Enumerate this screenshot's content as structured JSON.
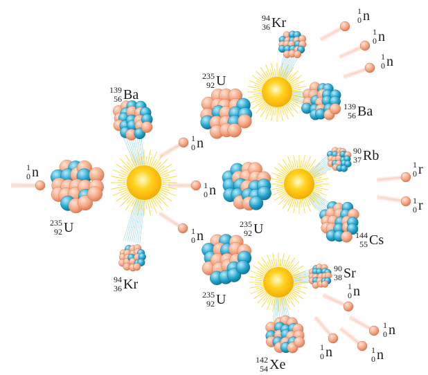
{
  "figure": {
    "colors": {
      "proton": "#f4a582",
      "neutron": "#29a8d0",
      "flash": "#ffd21f",
      "trail": "#f6b49a"
    },
    "nuclides": [
      {
        "id": "n-incoming",
        "mass": "1",
        "atomic": "0",
        "symbol": "n"
      },
      {
        "id": "u235-initial",
        "mass": "235",
        "atomic": "92",
        "symbol": "U"
      },
      {
        "id": "ba139-first",
        "mass": "139",
        "atomic": "56",
        "symbol": "Ba"
      },
      {
        "id": "kr94-first",
        "mass": "94",
        "atomic": "36",
        "symbol": "Kr"
      },
      {
        "id": "n-first-a",
        "mass": "1",
        "atomic": "0",
        "symbol": "n"
      },
      {
        "id": "n-first-b",
        "mass": "1",
        "atomic": "0",
        "symbol": "n"
      },
      {
        "id": "n-first-c",
        "mass": "1",
        "atomic": "0",
        "symbol": "n"
      },
      {
        "id": "u235-top",
        "mass": "235",
        "atomic": "92",
        "symbol": "U"
      },
      {
        "id": "u235-mid",
        "mass": "235",
        "atomic": "92",
        "symbol": "U"
      },
      {
        "id": "u235-bottom",
        "mass": "235",
        "atomic": "92",
        "symbol": "U"
      },
      {
        "id": "kr94-second",
        "mass": "94",
        "atomic": "36",
        "symbol": "Kr"
      },
      {
        "id": "ba139-second",
        "mass": "139",
        "atomic": "56",
        "symbol": "Ba"
      },
      {
        "id": "n-top-1",
        "mass": "1",
        "atomic": "0",
        "symbol": "n"
      },
      {
        "id": "n-top-2",
        "mass": "1",
        "atomic": "0",
        "symbol": "n"
      },
      {
        "id": "n-top-3",
        "mass": "1",
        "atomic": "0",
        "symbol": "n"
      },
      {
        "id": "rb90",
        "mass": "90",
        "atomic": "37",
        "symbol": "Rb"
      },
      {
        "id": "cs144",
        "mass": "144",
        "atomic": "55",
        "symbol": "Cs"
      },
      {
        "id": "n-mid-1",
        "mass": "1",
        "atomic": "0",
        "symbol": "r"
      },
      {
        "id": "n-mid-2",
        "mass": "1",
        "atomic": "0",
        "symbol": "r"
      },
      {
        "id": "sr90",
        "mass": "90",
        "atomic": "38",
        "symbol": "Sr"
      },
      {
        "id": "xe142",
        "mass": "142",
        "atomic": "54",
        "symbol": "Xe"
      },
      {
        "id": "n-bot-1",
        "mass": "1",
        "atomic": "0",
        "symbol": "n"
      },
      {
        "id": "n-bot-2",
        "mass": "1",
        "atomic": "0",
        "symbol": "n"
      },
      {
        "id": "n-bot-3",
        "mass": "1",
        "atomic": "0",
        "symbol": "n"
      },
      {
        "id": "n-bot-4",
        "mass": "1",
        "atomic": "0",
        "symbol": "n"
      }
    ]
  }
}
